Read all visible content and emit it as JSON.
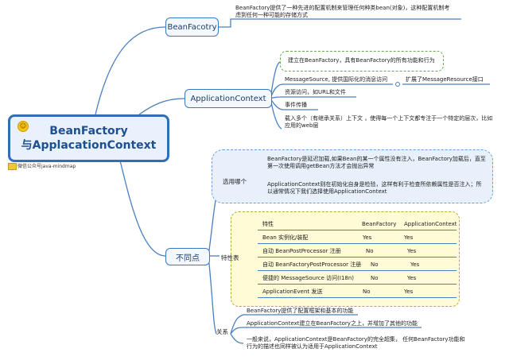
{
  "root": {
    "title_line1": "BeanFactory",
    "title_line2": "与ApplacationContext",
    "watermark": "微信公众号java-mindmap"
  },
  "beanfactory": {
    "label": "BeanFacotry",
    "desc_line1": "BeanFactory提供了一种先进的配置机制来管理任何种类bean(对象)，这种配置机制考",
    "desc_line2": "虑到任何一种可能的存储方式"
  },
  "appcontext": {
    "label": "ApplicationContext",
    "items": {
      "built_on": "建立在BeanFactory，具有BeanFactory的所有功能和行为",
      "messagesource": "MessageSource, 提供国际化的消息访问",
      "messagesource_ext": "扩展了MessageResource接口",
      "resource": "资源访问，如URL和文件",
      "event": "事件传播",
      "multi_line1": "载入多个（有继承关系）上下文 ，使得每一个上下文都专注于一个特定的层次，比如",
      "multi_line2": "应用的web层"
    }
  },
  "diff": {
    "label": "不同点",
    "choose": {
      "label": "选用哪个",
      "bf_line1": "BeanFactory是延迟加载,如果Bean的某一个属性没有注入，BeanFactory加载后，直至",
      "bf_line2": "第一次使用调用getBean方法才会抛出异常",
      "ac_line1": "ApplicationContext则在初始化自身是检验，这样有利于检查所依赖属性是否注入；所",
      "ac_line2": "以通常情况下我们选择使用ApplicationContext"
    },
    "features": {
      "label": "特性表",
      "header": [
        "特性",
        "BeanFactory",
        "ApplicationContext"
      ],
      "rows": [
        [
          "Bean 实例化/装配",
          "Yes",
          "Yes"
        ],
        [
          "自动 BeanPostProcessor 注册",
          "No",
          "Yes"
        ],
        [
          "自动 BeanFactoryPostProcessor 注册",
          "No",
          "Yes"
        ],
        [
          "便捷的 MessageSource 访问(I18n)",
          "No",
          "Yes"
        ],
        [
          "ApplicationEvent 发送",
          "No",
          "Yes"
        ]
      ]
    },
    "relation": {
      "label": "关系",
      "item1": "BeanFactory提供了配置框架和基本的功能",
      "item2": "ApplicationContext建立在BeanFactory之上，并增加了其他的功能",
      "item3_line1": "一般来说，ApplicationContext是BeanFactory的完全超集， 任何BeanFactory功能和",
      "item3_line2": "行为的描述也同样被认为适用于ApplicationContext"
    }
  },
  "colors": {
    "line": "#4a7fc0",
    "node_border": "#3a78c2",
    "root_border": "#2f6fb8",
    "cloud_fill": "#e8f1fb",
    "table_fill": "#fffbd6",
    "dash_green": "#6aa84f"
  }
}
